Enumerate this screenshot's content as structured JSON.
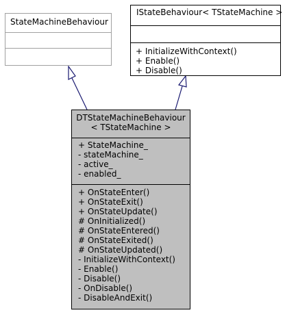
{
  "diagram": {
    "state_machine_behaviour": {
      "title": "StateMachineBehaviour"
    },
    "istate_behaviour": {
      "title": "IStateBehaviour< TStateMachine >",
      "operations": [
        "+ InitializeWithContext()",
        "+ Enable()",
        "+ Disable()"
      ]
    },
    "dt_state_machine_behaviour": {
      "title_line1": "DTStateMachineBehaviour",
      "title_line2": "< TStateMachine >",
      "attributes": [
        "+ StateMachine_",
        "- stateMachine_",
        "- active_",
        "- enabled_"
      ],
      "operations": [
        "+ OnStateEnter()",
        "+ OnStateExit()",
        "+ OnStateUpdate()",
        "# OnInitialized()",
        "# OnStateEntered()",
        "# OnStateExited()",
        "# OnStateUpdated()",
        "- InitializeWithContext()",
        "- Enable()",
        "- Disable()",
        "- OnDisable()",
        "- DisableAndExit()"
      ]
    },
    "colors": {
      "grey_border": "#a0a0a0",
      "black_border": "#000000",
      "highlight_fill": "#bfbfbf",
      "arrow": "#191970"
    }
  }
}
